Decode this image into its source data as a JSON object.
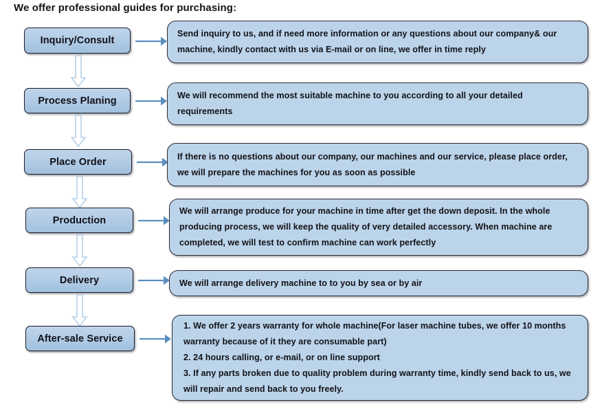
{
  "heading": "We offer professional guides for purchasing:",
  "colors": {
    "stage_fill_top": "#bed4ea",
    "stage_fill_bottom": "#9fc0de",
    "stage_border": "#1b1b28",
    "detail_fill": "#bcd4ea",
    "detail_border": "#2a2a33",
    "arrow_blue": "#5b8fc0",
    "connector_outline": "#b6cfe6",
    "page_background": "#ffffff",
    "text": "#121218"
  },
  "steps": [
    {
      "stage": "Inquiry/Consult",
      "detail": "Send inquiry to us, and if need more information or any questions about our company& our machine, kindly contact with us via E-mail or on line, we offer in time reply"
    },
    {
      "stage": "Process Planing",
      "detail": "We will recommend the most suitable machine to you according to all your detailed requirements"
    },
    {
      "stage": "Place Order",
      "detail": "If there is no questions about our company, our machines and our service, please place order, we will prepare the machines for you as soon as possible"
    },
    {
      "stage": "Production",
      "detail": "We will arrange produce for your machine in time after get the down deposit. In the whole producing process, we will keep the quality of very detailed accessory. When machine are completed, we will test to confirm machine can work perfectly"
    },
    {
      "stage": "Delivery",
      "detail": "We will arrange delivery machine to to you by sea or by air"
    },
    {
      "stage": "After-sale Service",
      "detail_items": [
        "1.  We offer 2 years warranty for whole machine(For laser machine tubes, we offer 10 months warranty because of it they are consumable part)",
        "2.  24 hours calling, or e-mail, or on line support",
        "3.  If any parts broken due to quality problem during warranty time, kindly send back to us, we will repair and send back to you freely."
      ]
    }
  ]
}
